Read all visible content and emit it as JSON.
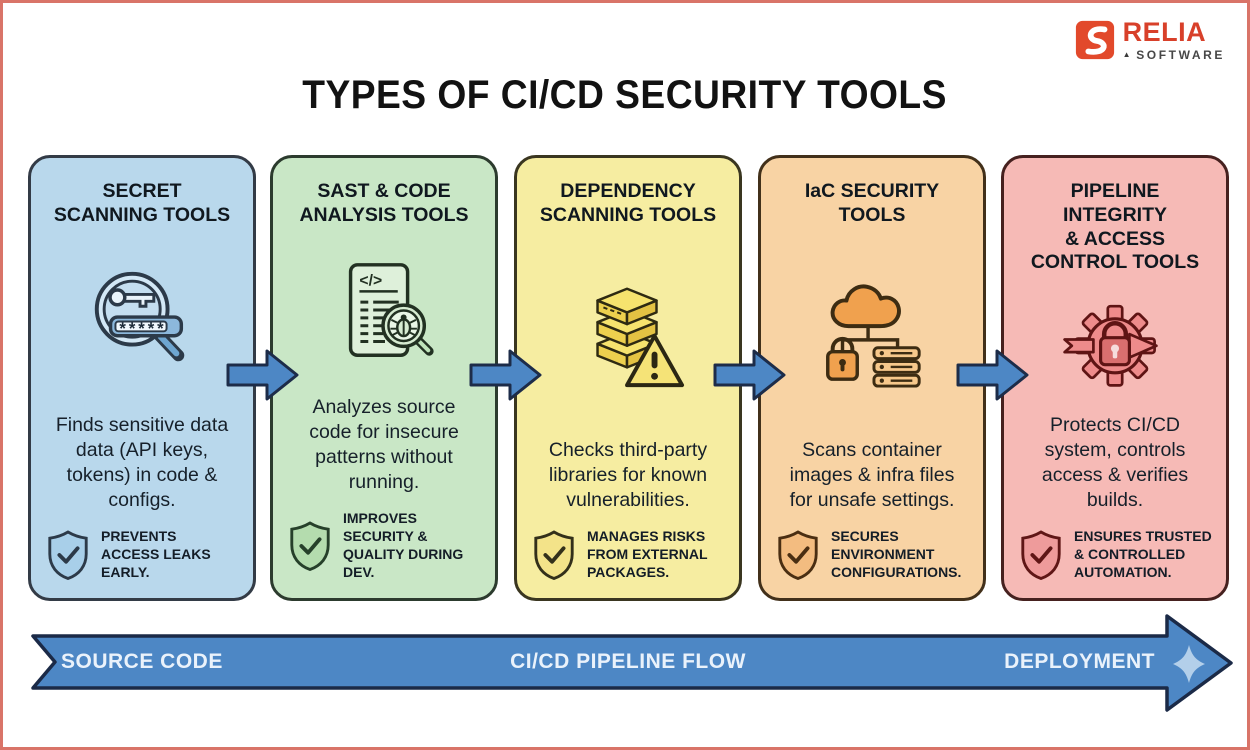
{
  "brand": {
    "name": "RELIA",
    "subtitle": "SOFTWARE",
    "accent": "#d8402a"
  },
  "title": "TYPES OF CI/CD SECURITY TOOLS",
  "cards": [
    {
      "title": "SECRET\nSCANNING TOOLS",
      "icon": "magnifier-key-password-icon",
      "description": "Finds sensitive data\ndata (API keys,\ntokens) in code &\nconfigs.",
      "badge": "PREVENTS\nACCESS LEAKS\nEARLY.",
      "fill": "#b9d8ec",
      "border": "#333b46"
    },
    {
      "title": "SAST & CODE\nANALYSIS TOOLS",
      "icon": "code-document-bug-magnifier-icon",
      "description": "Analyzes source\ncode for insecure\npatterns without\nrunning.",
      "badge": "IMPROVES\nSECURITY &\nQUALITY DURING\nDEV.",
      "fill": "#c9e7c6",
      "border": "#2c3b2e"
    },
    {
      "title": "DEPENDENCY\nSCANNING TOOLS",
      "icon": "package-stack-warning-icon",
      "description": "Checks third-party\nlibraries for known\nvulnerabilities.",
      "badge": "MANAGES RISKS\nFROM EXTERNAL\nPACKAGES.",
      "fill": "#f6eda1",
      "border": "#3a3620"
    },
    {
      "title": "IaC SECURITY\nTOOLS",
      "icon": "cloud-lock-server-icon",
      "description": "Scans container\nimages & infra files\nfor unsafe settings.",
      "badge": "SECURES\nENVIRONMENT\nCONFIGURATIONS.",
      "fill": "#f8d3a4",
      "border": "#42301a"
    },
    {
      "title": "PIPELINE INTEGRITY\n& ACCESS\nCONTROL TOOLS",
      "icon": "gear-lock-arrow-icon",
      "description": "Protects CI/CD\nsystem, controls\naccess & verifies\nbuilds.",
      "badge": "ENSURES TRUSTED\n& CONTROLLED\nAUTOMATION.",
      "fill": "#f6bab6",
      "border": "#46211f"
    }
  ],
  "flow": {
    "left": "SOURCE CODE",
    "center": "CI/CD PIPELINE FLOW",
    "right": "DEPLOYMENT",
    "arrow_color": "#4d87c5"
  }
}
